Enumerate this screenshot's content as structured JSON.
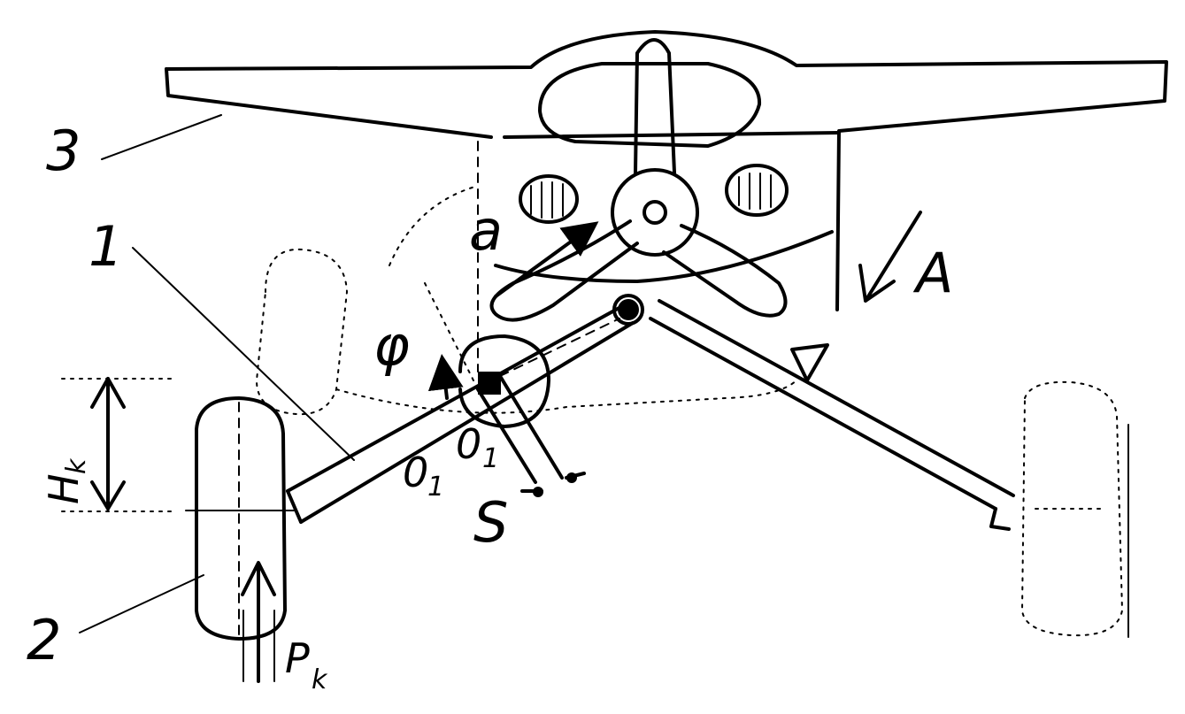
{
  "labels": {
    "airframe_num": "3",
    "strut_num": "1",
    "wheel_num": "2",
    "view_arrow": "A",
    "stroke_height": "H",
    "stroke_height_sub": "k",
    "wheel_force": "P",
    "wheel_force_sub": "k",
    "angle": "φ",
    "arc_a": "a",
    "pivot_axis": "0",
    "pivot_axis_sub": "1",
    "pivot_axis2": "0",
    "pivot_axis2_sub": "1",
    "travel": "S"
  },
  "colors": {
    "ink": "#000000",
    "paper": "#ffffff"
  }
}
